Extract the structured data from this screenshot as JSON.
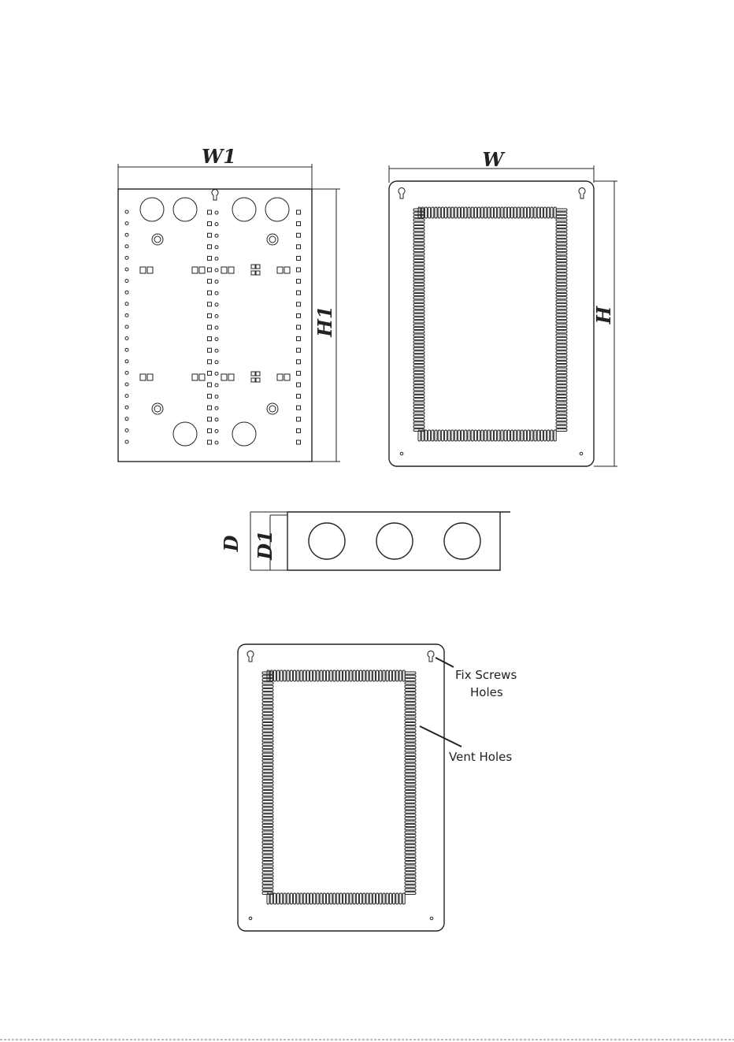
{
  "dimensions": {
    "w1": "W1",
    "h1": "H1",
    "w": "W",
    "h": "H",
    "d": "D",
    "d1": "D1"
  },
  "callouts": {
    "fix_screws_line1": "Fix Screws",
    "fix_screws_line2": "Holes",
    "vent_holes": "Vent Holes"
  }
}
